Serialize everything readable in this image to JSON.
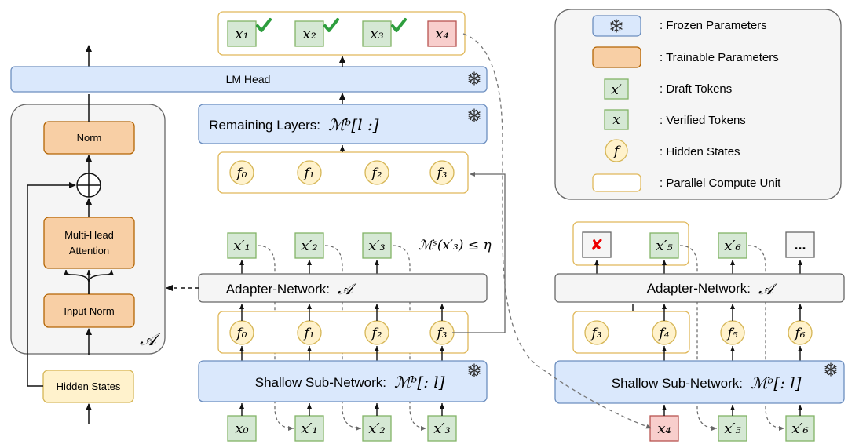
{
  "left_block": {
    "norm_label": "Norm",
    "mha_line1": "Multi-Head",
    "mha_line2": "Attention",
    "input_norm_label": "Input Norm",
    "adapter_symbol": "𝒜",
    "hidden_states_label": "Hidden States"
  },
  "middle": {
    "lm_head_label": "LM Head",
    "remaining_layers_label": "Remaining Layers:",
    "remaining_layers_math": "ℳᵇ[l :]",
    "adapter_label": "Adapter-Network:",
    "adapter_math": "𝒜",
    "shallow_label": "Shallow Sub-Network:",
    "shallow_math": "ℳᵇ[: l]",
    "condition": "ℳˢ(x′₃) ≤ η",
    "verified_tokens": [
      "x₁",
      "x₂",
      "x₃",
      "x₄"
    ],
    "verified_check": [
      true,
      true,
      true,
      false
    ],
    "hidden_top": [
      "f₀",
      "f₁",
      "f₂",
      "f₃"
    ],
    "drafts": [
      "x′₁",
      "x′₂",
      "x′₃"
    ],
    "hidden_bottom": [
      "f₀",
      "f₁",
      "f₂",
      "f₃"
    ],
    "inputs": [
      "x₀",
      "x′₁",
      "x′₂",
      "x′₃"
    ]
  },
  "right": {
    "adapter_label": "Adapter-Network:",
    "adapter_math": "𝒜",
    "shallow_label": "Shallow Sub-Network:",
    "shallow_math": "ℳᵇ[: l]",
    "rejected_mark": "✘",
    "drafts": [
      "x′₅",
      "x′₆"
    ],
    "ellipsis": "...",
    "hidden": [
      "f₃",
      "f₄",
      "f₅",
      "f₆"
    ],
    "inputs": [
      "x₄",
      "x′₅",
      "x′₆"
    ]
  },
  "legend": {
    "frozen": ": Frozen Parameters",
    "trainable": ": Trainable Parameters",
    "draft_symbol": "x′",
    "draft": ": Draft Tokens",
    "verified_symbol": "x",
    "verified": ": Verified Tokens",
    "hidden_symbol": "f",
    "hidden": ": Hidden States",
    "parallel": ": Parallel Compute Unit"
  },
  "colors": {
    "frozen_fill": "#dae8fc",
    "frozen_stroke": "#6c8ebf",
    "trainable_fill": "#f8cfa5",
    "trainable_stroke": "#b46504",
    "token_fill": "#d5e8d4",
    "token_stroke": "#82b366",
    "rejected_fill": "#f8cecc",
    "rejected_stroke": "#b85450",
    "hidden_fill": "#fff2cc",
    "hidden_stroke": "#d6b656",
    "check": "#2e9e3e"
  },
  "icons": [
    "snowflake-icon",
    "check-icon",
    "cross-icon",
    "circled-plus-icon"
  ]
}
